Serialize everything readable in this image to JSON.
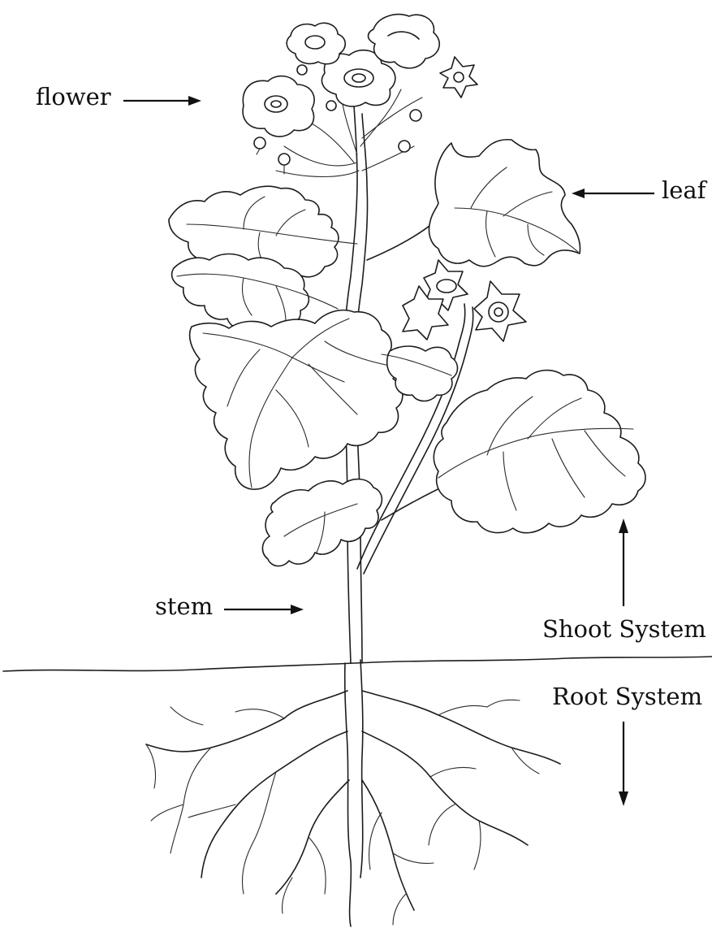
{
  "labels": {
    "flower": "flower",
    "leaf": "leaf",
    "stem": "stem",
    "shoot_system": "Shoot System",
    "root_system": "Root System"
  },
  "colors": {
    "ink": "#1c1c1c",
    "background": "#ffffff"
  }
}
